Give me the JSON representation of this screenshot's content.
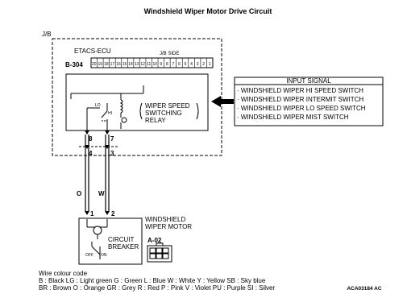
{
  "title": "Windshield Wiper Motor Drive Circuit",
  "jb_label": "J/B",
  "ecu_label": "ETACS-ECU",
  "jb_side_label": "J/B SIDE",
  "connector_b304": "B-304",
  "connector_pins_b304": [
    "20",
    "19",
    "18",
    "17",
    "16",
    "15",
    "14",
    "13",
    "12",
    "11",
    "10",
    "9",
    "8",
    "7",
    "6",
    "5",
    "4",
    "3",
    "2",
    "1"
  ],
  "relay": {
    "label_lines": [
      "WIPER SPEED",
      "SWITCHING",
      "RELAY"
    ],
    "lo_label": "LO",
    "hi_label": "HI"
  },
  "terminals_top": [
    "8",
    "7"
  ],
  "terminals_mid": [
    "4",
    "3"
  ],
  "wire_colors": [
    "O",
    "W"
  ],
  "motor_terminals": [
    "1",
    "2"
  ],
  "motor_label_lines": [
    "WINDSHIELD",
    "WIPER MOTOR"
  ],
  "breaker_label_lines": [
    "CIRCUIT",
    "BREAKER"
  ],
  "connector_a02": "A-02",
  "off_label": "OFF",
  "on_label": "ON",
  "input_signal": {
    "header": "INPUT SIGNAL",
    "items": [
      "· WINDSHIELD WIPER HI SPEED SWITCH",
      "· WINDSHIELD WIPER INTERMIT SWITCH",
      "· WINDSHIELD WIPER LO SPEED SWITCH",
      "· WINDSHIELD WIPER MIST SWITCH"
    ]
  },
  "wire_colour_code": {
    "title": "Wire colour code",
    "line1": "B : Black    LG : Light green    G : Green    L : Blue    W : White    Y : Yellow    SB : Sky blue",
    "line2": "BR : Brown    O : Orange    GR : Grey    R : Red    P : Pink    V : Violet    PU : Purple    SI : Silver"
  },
  "figure_code": "ACA03184 AC"
}
